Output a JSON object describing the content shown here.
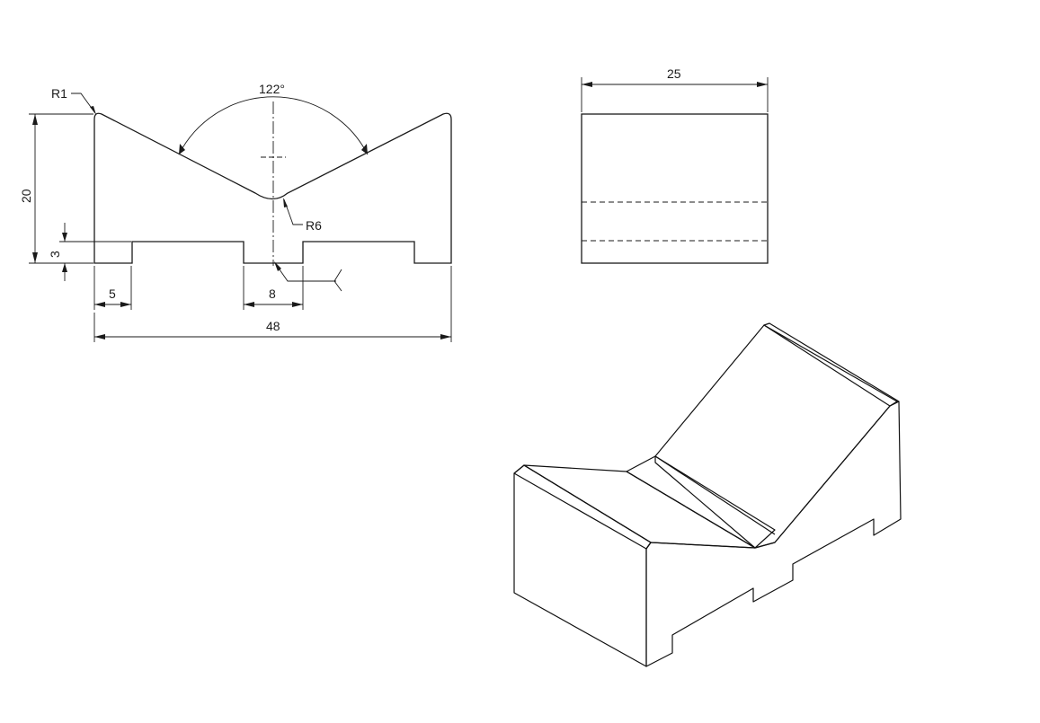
{
  "front_view": {
    "radius_top": "R1",
    "angle": "122°",
    "height": "20",
    "groove_depth": "3",
    "groove_radius": "R6",
    "foot_width": "5",
    "slot_width": "8",
    "overall_width": "48"
  },
  "side_view": {
    "depth": "25"
  },
  "colors": {
    "line": "#1a1a1a",
    "face_left": "#5a5a5a",
    "face_front": "#a8a8a8",
    "face_top": "#c8c8c8",
    "background": "#ffffff"
  }
}
